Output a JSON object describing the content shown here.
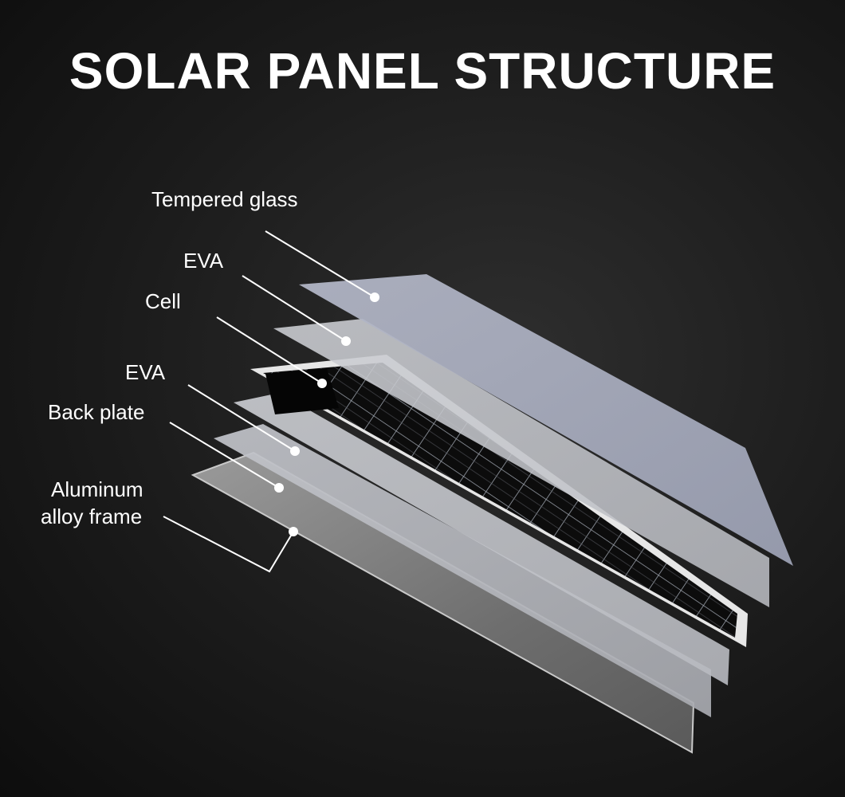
{
  "title": "SOLAR PANEL STRUCTURE",
  "layers": [
    {
      "id": "tempered-glass",
      "label": "Tempered glass"
    },
    {
      "id": "eva-top",
      "label": "EVA"
    },
    {
      "id": "cell",
      "label": "Cell"
    },
    {
      "id": "eva-bottom",
      "label": "EVA"
    },
    {
      "id": "back-plate",
      "label": "Back plate"
    },
    {
      "id": "aluminum-frame",
      "label_line1": "Aluminum",
      "label_line2": "alloy frame"
    }
  ],
  "colors": {
    "background": "#1b1b1b",
    "glass": "#a9aec0",
    "eva": "#c4c6cc",
    "cell": "#111111",
    "back_plate": "#b3b5bb",
    "frame": "#8a8a8a",
    "text": "#ffffff"
  }
}
